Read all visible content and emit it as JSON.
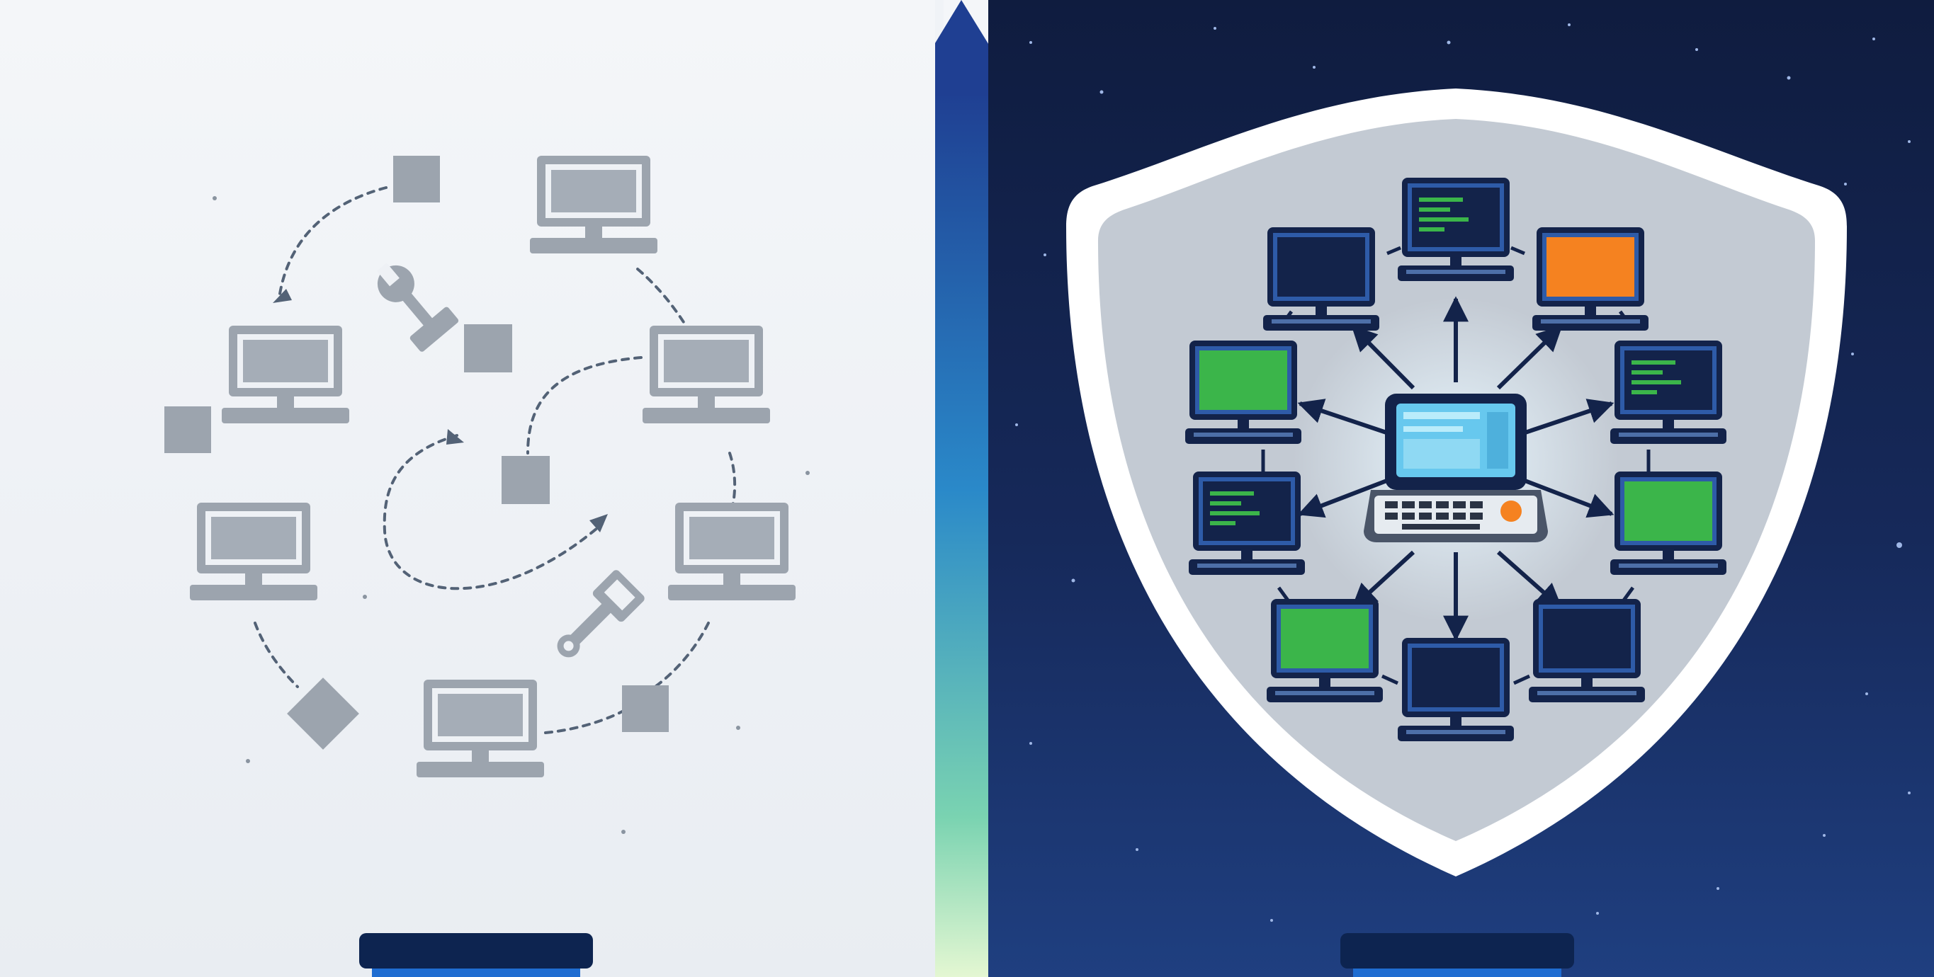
{
  "colors": {
    "left_background": "#eef1f5",
    "left_icons": "#9ca4ae",
    "left_dash": "#536276",
    "right_background": "#16295a",
    "shield_outline": "#ffffff",
    "shield_fill": "#c3cad3",
    "screen_green": "#3bb54a",
    "screen_orange": "#f58220",
    "screen_navy": "#13234a",
    "hub_screen": "#67c8ee",
    "hub_button": "#f58220",
    "arrow_gradient": [
      "#1f3f92",
      "#2a89c9",
      "#7ad3b1",
      "#e4f7d2"
    ],
    "pedestal": "#0d2450"
  },
  "icons": {
    "left_scene": [
      "monitor-icon",
      "wrench-icon",
      "puzzle-block-icon",
      "circular-arrow-icon"
    ],
    "right_scene": [
      "shield-icon",
      "laptop-hub-icon",
      "monitor-icon",
      "terminal-icon"
    ],
    "divider": "up-arrow-icon"
  },
  "right_monitor_screens": [
    "navy",
    "terminal",
    "orange",
    "green",
    "terminal",
    "terminal",
    "green",
    "green",
    "navy",
    "navy"
  ]
}
